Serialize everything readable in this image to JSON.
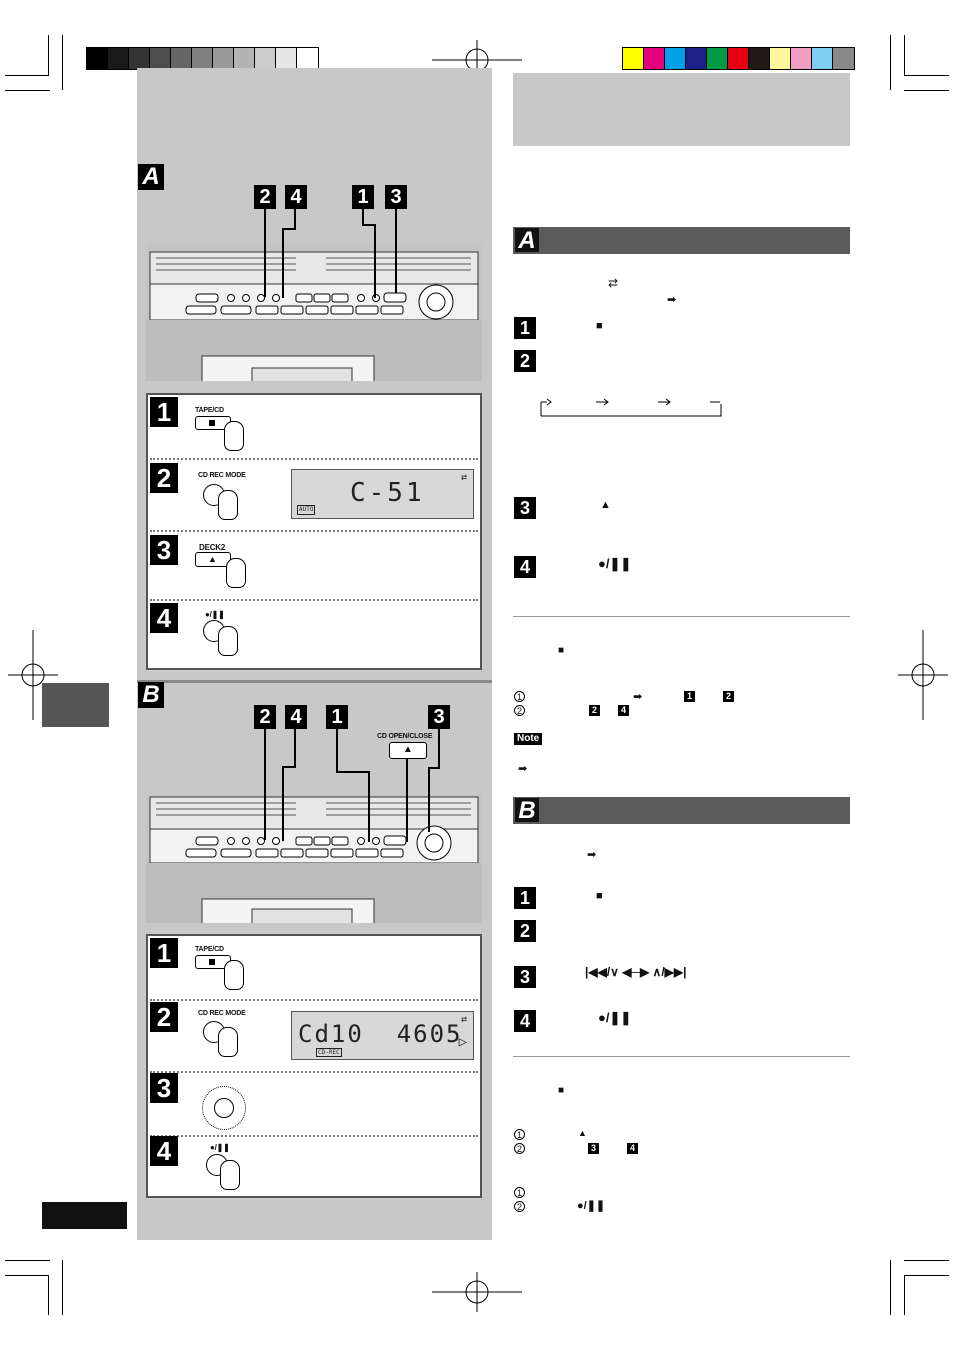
{
  "section_letters": {
    "a": "A",
    "b": "B"
  },
  "callouts_a": [
    "2",
    "4",
    "1",
    "3"
  ],
  "callouts_b": [
    "2",
    "4",
    "1",
    "3"
  ],
  "steps": [
    "1",
    "2",
    "3",
    "4"
  ],
  "labels": {
    "tape_cd": "TAPE/CD",
    "cd_rec_mode": "CD REC MODE",
    "deck2": "DECK2",
    "rec_pause": "●/❚❚",
    "cd_open_close": "CD OPEN/CLOSE",
    "auto": "AUTO",
    "sync": "CD-REC"
  },
  "displays": {
    "a": "C-51",
    "b": "Cd10  4605"
  },
  "right": {
    "note_label": "Note",
    "sym_stop": "■",
    "sym_eject": "▲",
    "sym_rec": "●/❚❚",
    "sym_skip": "|◀◀/∨ ◀─▶ ∧/▶▶|",
    "sym_arrow": "➡",
    "sym_reverse": "⇄",
    "circ1": "1",
    "circ2": "2"
  },
  "colors": {
    "gray_bars": [
      "#000000",
      "#1a1a1a",
      "#333333",
      "#4d4d4d",
      "#666666",
      "#808080",
      "#999999",
      "#b3b3b3",
      "#cccccc",
      "#e6e6e6",
      "#ffffff"
    ],
    "color_bars": [
      "#ffff00",
      "#e6007e",
      "#00a0e9",
      "#1d2088",
      "#009944",
      "#e60012",
      "#231815",
      "#fff799",
      "#f19ec2",
      "#7ecef4",
      "#898989"
    ]
  }
}
